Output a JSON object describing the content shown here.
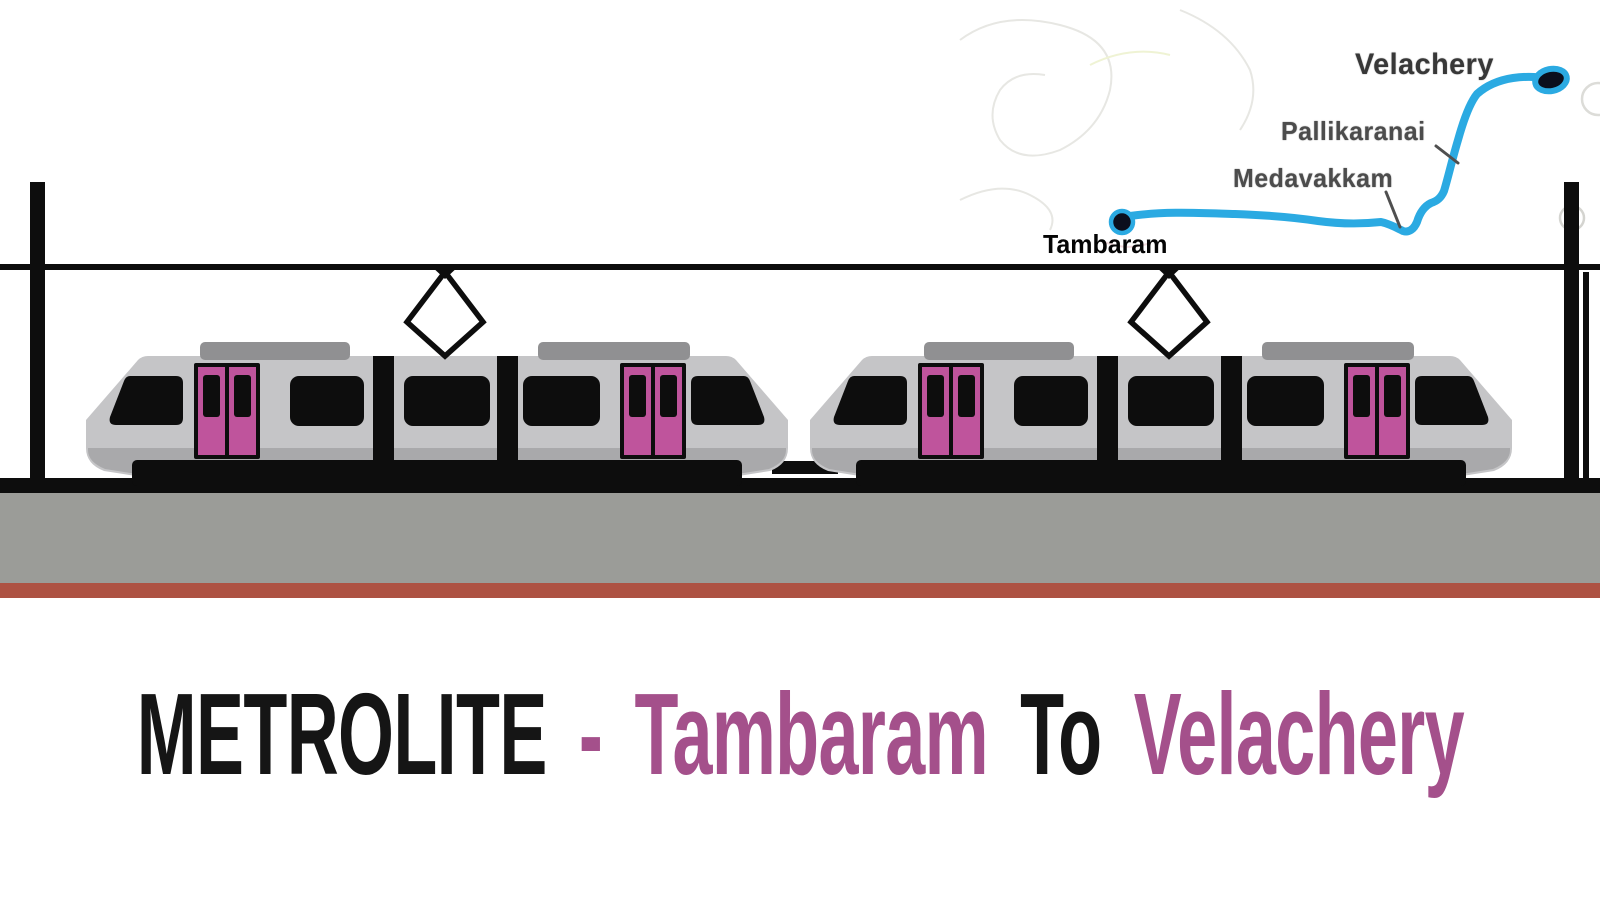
{
  "title": {
    "segments": [
      {
        "text": "METROLITE",
        "color_role": "black"
      },
      {
        "text": "-",
        "color_role": "purple"
      },
      {
        "text": "Tambaram",
        "color_role": "purple"
      },
      {
        "text": "To",
        "color_role": "black"
      },
      {
        "text": "Velachery",
        "color_role": "purple"
      }
    ]
  },
  "map": {
    "labels": [
      {
        "text": "Velachery"
      },
      {
        "text": "Pallikaranai"
      },
      {
        "text": "Medavakkam"
      },
      {
        "text": "Tambaram"
      }
    ],
    "terminus_stations": [
      "Tambaram",
      "Velachery"
    ]
  },
  "palette": {
    "ink": "#0d0d0d",
    "train-body": "#c5c5c7",
    "train-skirt": "#a9a9ab",
    "roof-box": "#909092",
    "door-pink": "#bf549c",
    "ballast": "#9b9c98",
    "earth-strip": "#ad5243",
    "route-blue": "#2baae2",
    "dot-core": "#0b0f1d",
    "title-black": "#151515",
    "title-purple": "#a4508b",
    "label-gray": "#4c4c4c"
  }
}
